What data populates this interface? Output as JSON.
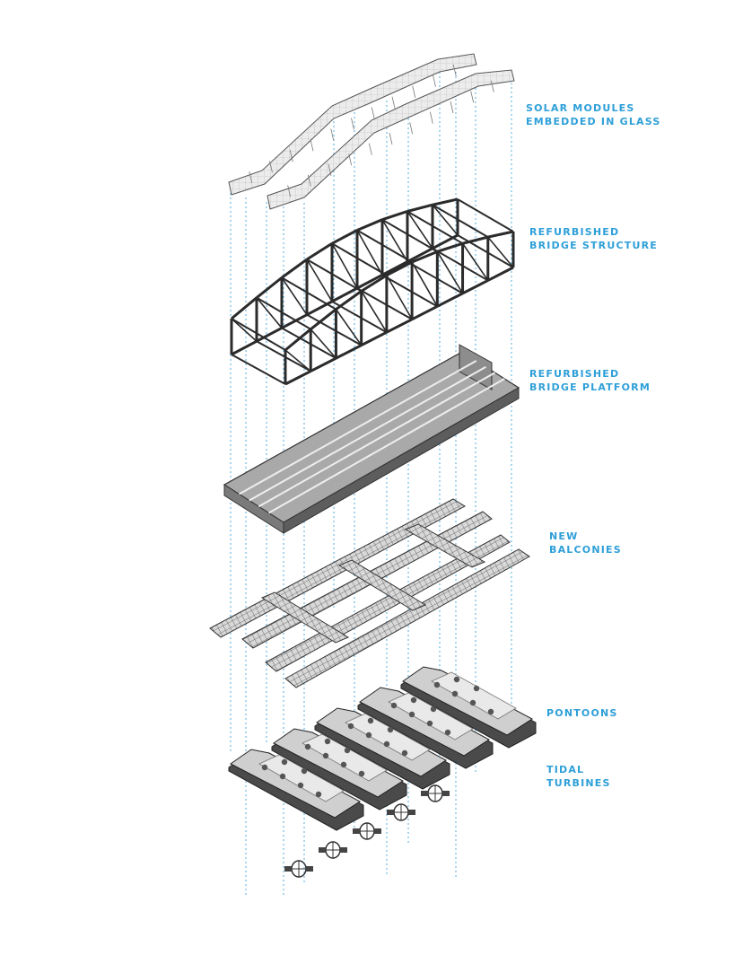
{
  "colors": {
    "label": "#2e9fd8",
    "guide": "#3ea6e0",
    "line": "#2a2a2a",
    "steel": "#3a3a3a",
    "deck": "#9a9a9a",
    "deck_dark": "#6e6e6e",
    "pontoon_top": "#cfcfcf",
    "pontoon_side": "#4a4a4a",
    "panel": "#e9e9e9"
  },
  "labels": {
    "solar": [
      "SOLAR MODULES",
      "EMBEDDED IN GLASS"
    ],
    "structure": [
      "REFURBISHED",
      "BRIDGE STRUCTURE"
    ],
    "platform": [
      "REFURBISHED",
      "BRIDGE  PLATFORM"
    ],
    "balconies": [
      "NEW",
      "BALCONIES"
    ],
    "pontoons": [
      "PONTOONS"
    ],
    "turbines": [
      "TIDAL",
      "TURBINES"
    ]
  },
  "counts": {
    "pontoons": 5,
    "turbines": 5
  }
}
